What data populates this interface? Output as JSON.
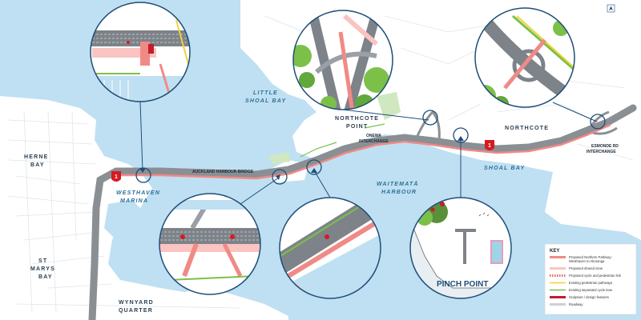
{
  "places": {
    "herne_bay_1": "HERNE",
    "herne_bay_2": "BAY",
    "st_marys_1": "ST",
    "st_marys_2": "MARYS",
    "st_marys_3": "BAY",
    "wynyard_1": "WYNYARD",
    "wynyard_2": "QUARTER",
    "northcote_point_1": "NORTHCOTE",
    "northcote_point_2": "POINT",
    "northcote": "NORTHCOTE"
  },
  "water": {
    "little_shoal_1": "LITTLE",
    "little_shoal_2": "SHOAL BAY",
    "westhaven_1": "WESTHAVEN",
    "westhaven_2": "MARINA",
    "waitemata_1": "WAITEMATĀ",
    "waitemata_2": "HARBOUR",
    "shoal_bay": "SHOAL BAY"
  },
  "bridge_label": "AUCKLAND HARBOUR BRIDGE",
  "interchanges": {
    "onewa_1": "ONEWA",
    "onewa_2": "INTERCHANGE",
    "esmonde_1": "ESMONDE RD",
    "esmonde_2": "INTERCHANGE"
  },
  "route_marker": "1",
  "pinch_point": "PINCH POINT",
  "key": {
    "title": "KEY",
    "items": [
      {
        "label": "Proposed Northern Pathway:",
        "label2": "Westhaven to Akoranga",
        "color": "#f08a86",
        "style": "thick"
      },
      {
        "label": "Proposed shared zone",
        "label2": "",
        "color": "#f9c4c1",
        "style": "thick"
      },
      {
        "label": "Proposed cycle and pedestrian link",
        "label2": "",
        "color": "#e86a68",
        "style": "dotted"
      },
      {
        "label": "Existing pedestrian pathways",
        "label2": "",
        "color": "#f2d23c",
        "style": "line"
      },
      {
        "label": "Existing separated cycle lane",
        "label2": "",
        "color": "#7cc04a",
        "style": "line"
      },
      {
        "label": "Sculpture / design features",
        "label2": "",
        "color": "#c21d2b",
        "style": "thick"
      },
      {
        "label": "Roadway",
        "label2": "",
        "color": "#c9d1d8",
        "style": "thick"
      }
    ]
  },
  "colors": {
    "water": "#bfe0f2",
    "land": "#ffffff",
    "motorway": "#8a8f94",
    "pathway": "#f08a86",
    "circle_border": "#1f4e79",
    "green": "#7cc04a"
  }
}
